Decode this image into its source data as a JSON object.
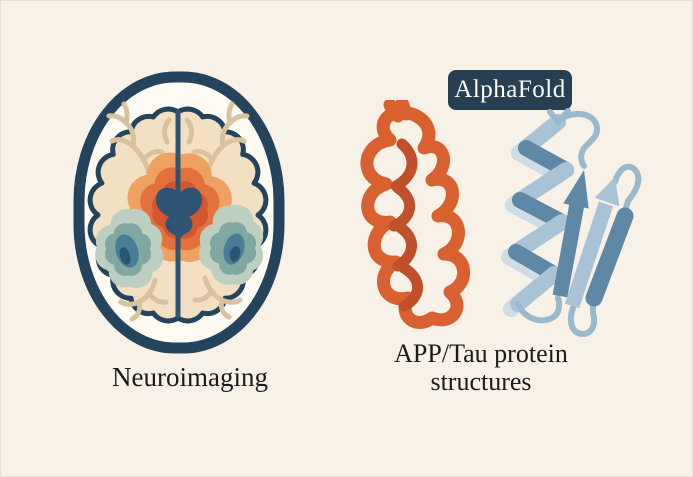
{
  "scene": {
    "left_panel": {
      "caption": "Neuroimaging",
      "illustration": "brain-top-view"
    },
    "right_panel": {
      "badge": "AlphaFold",
      "caption_line1": "APP/Tau protein",
      "caption_line2": "structures",
      "illustrations": [
        "alpha-helix-ribbon",
        "beta-sheet-ribbon"
      ]
    },
    "colors": {
      "background": "#f7f1e7",
      "outline_navy": "#24435c",
      "brain_cream": "#f3dfc2",
      "hot_orange_light": "#efa063",
      "hot_orange_mid": "#e2713c",
      "hot_orange_deep": "#d4562e",
      "cool_sage": "#bdcfc1",
      "cool_teal": "#7fa8a2",
      "cool_steel": "#4a7b97",
      "core_navy": "#2e5474",
      "vessel_tan": "#d9c39e",
      "helix_orange": "#d8612f",
      "helix_orange_dark": "#c05029",
      "sheet_blue_light": "#a9c3d6",
      "sheet_blue_dark": "#5d88a6",
      "badge_bg": "#263f52",
      "badge_text": "#ffffff",
      "caption_text": "#1b1b1b"
    }
  }
}
